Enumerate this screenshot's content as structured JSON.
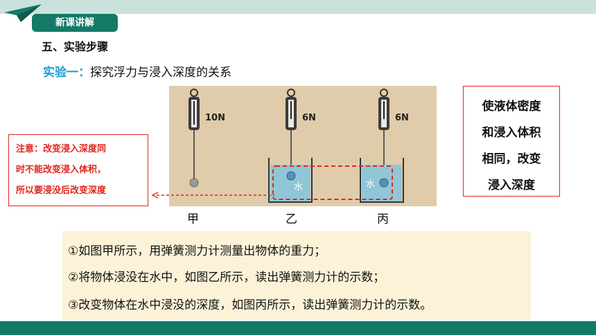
{
  "header": {
    "badge": "新课讲解"
  },
  "section": {
    "title": "五、实验步骤"
  },
  "experiment": {
    "label": "实验一：",
    "topic": "探究浮力与浸入深度的关系"
  },
  "diagram": {
    "scales": [
      {
        "reading": "10N",
        "caption": "甲"
      },
      {
        "reading": "6N",
        "caption": "乙",
        "water_label": "水"
      },
      {
        "reading": "6N",
        "caption": "丙",
        "water_label": "水"
      }
    ]
  },
  "note": {
    "lines": [
      "注意：改变浸入深度同",
      "时不能改变浸入体积，",
      "所以要浸没后改变深度"
    ]
  },
  "conclusion": {
    "lines": [
      "使液体密度",
      "和浸入体积",
      "相同，改变",
      "浸入深度"
    ]
  },
  "steps": [
    "①如图甲所示，用弹簧测力计测量出物体的重力；",
    "②将物体浸没在水中，如图乙所示，读出弹簧测力计的示数；",
    "③改变物体在水中浸没的深度，如图丙所示，读出弹簧测力计的示数。"
  ],
  "colors": {
    "accent_green": "#137a68",
    "highlight_blue": "#1a9fd9",
    "warning_red": "#e1261c",
    "panel": "#e0ccaa",
    "water": "#8fc7d8"
  }
}
